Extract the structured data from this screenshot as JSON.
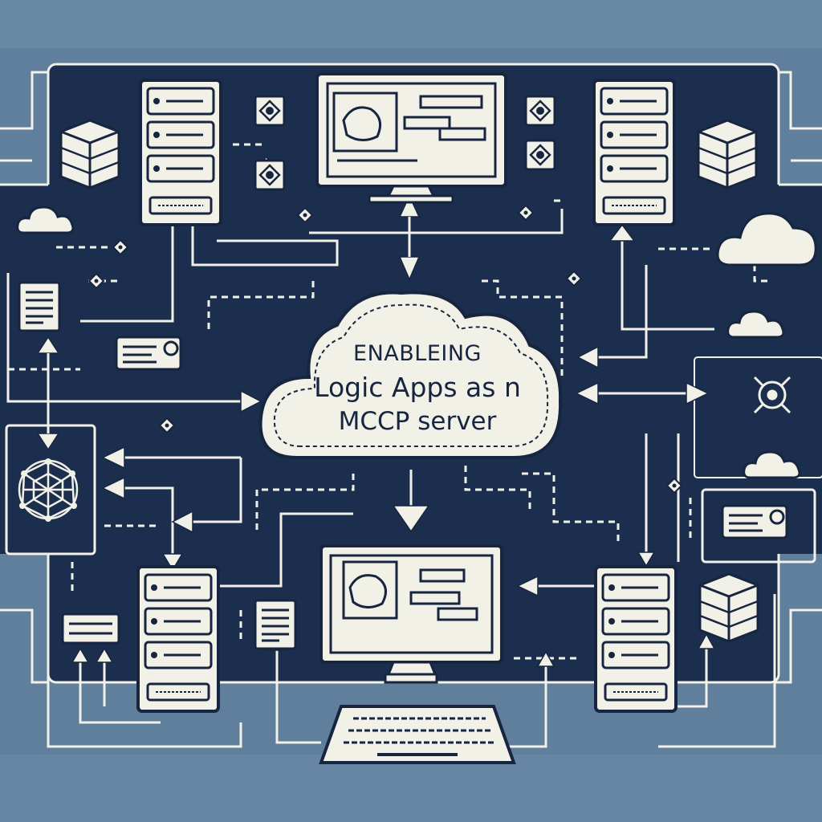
{
  "title": {
    "line1": "ENABLEING",
    "line2": "Logic Apps as n",
    "line3": "MCCP server"
  },
  "colors": {
    "background": "#5f7f9c",
    "panel": "#1c2e4e",
    "stroke": "#f2f1e8",
    "outline": "#17253f"
  }
}
